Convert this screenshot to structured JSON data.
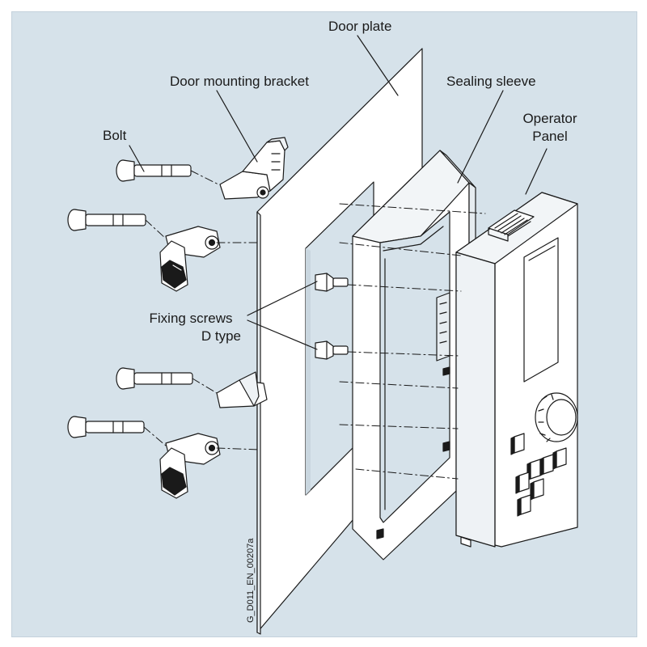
{
  "labels": {
    "door_plate": "Door plate",
    "door_mounting_bracket": "Door mounting bracket",
    "sealing_sleeve": "Sealing sleeve",
    "operator_panel_line1": "Operator",
    "operator_panel_line2": "Panel",
    "bolt": "Bolt",
    "fixing_screws_line1": "Fixing screws",
    "fixing_screws_line2": "D type"
  },
  "document_id": "G_D011_EN_00207a",
  "colors": {
    "background": "#d6e2ea",
    "part_fill": "#ffffff",
    "line": "#1a1a1a"
  }
}
